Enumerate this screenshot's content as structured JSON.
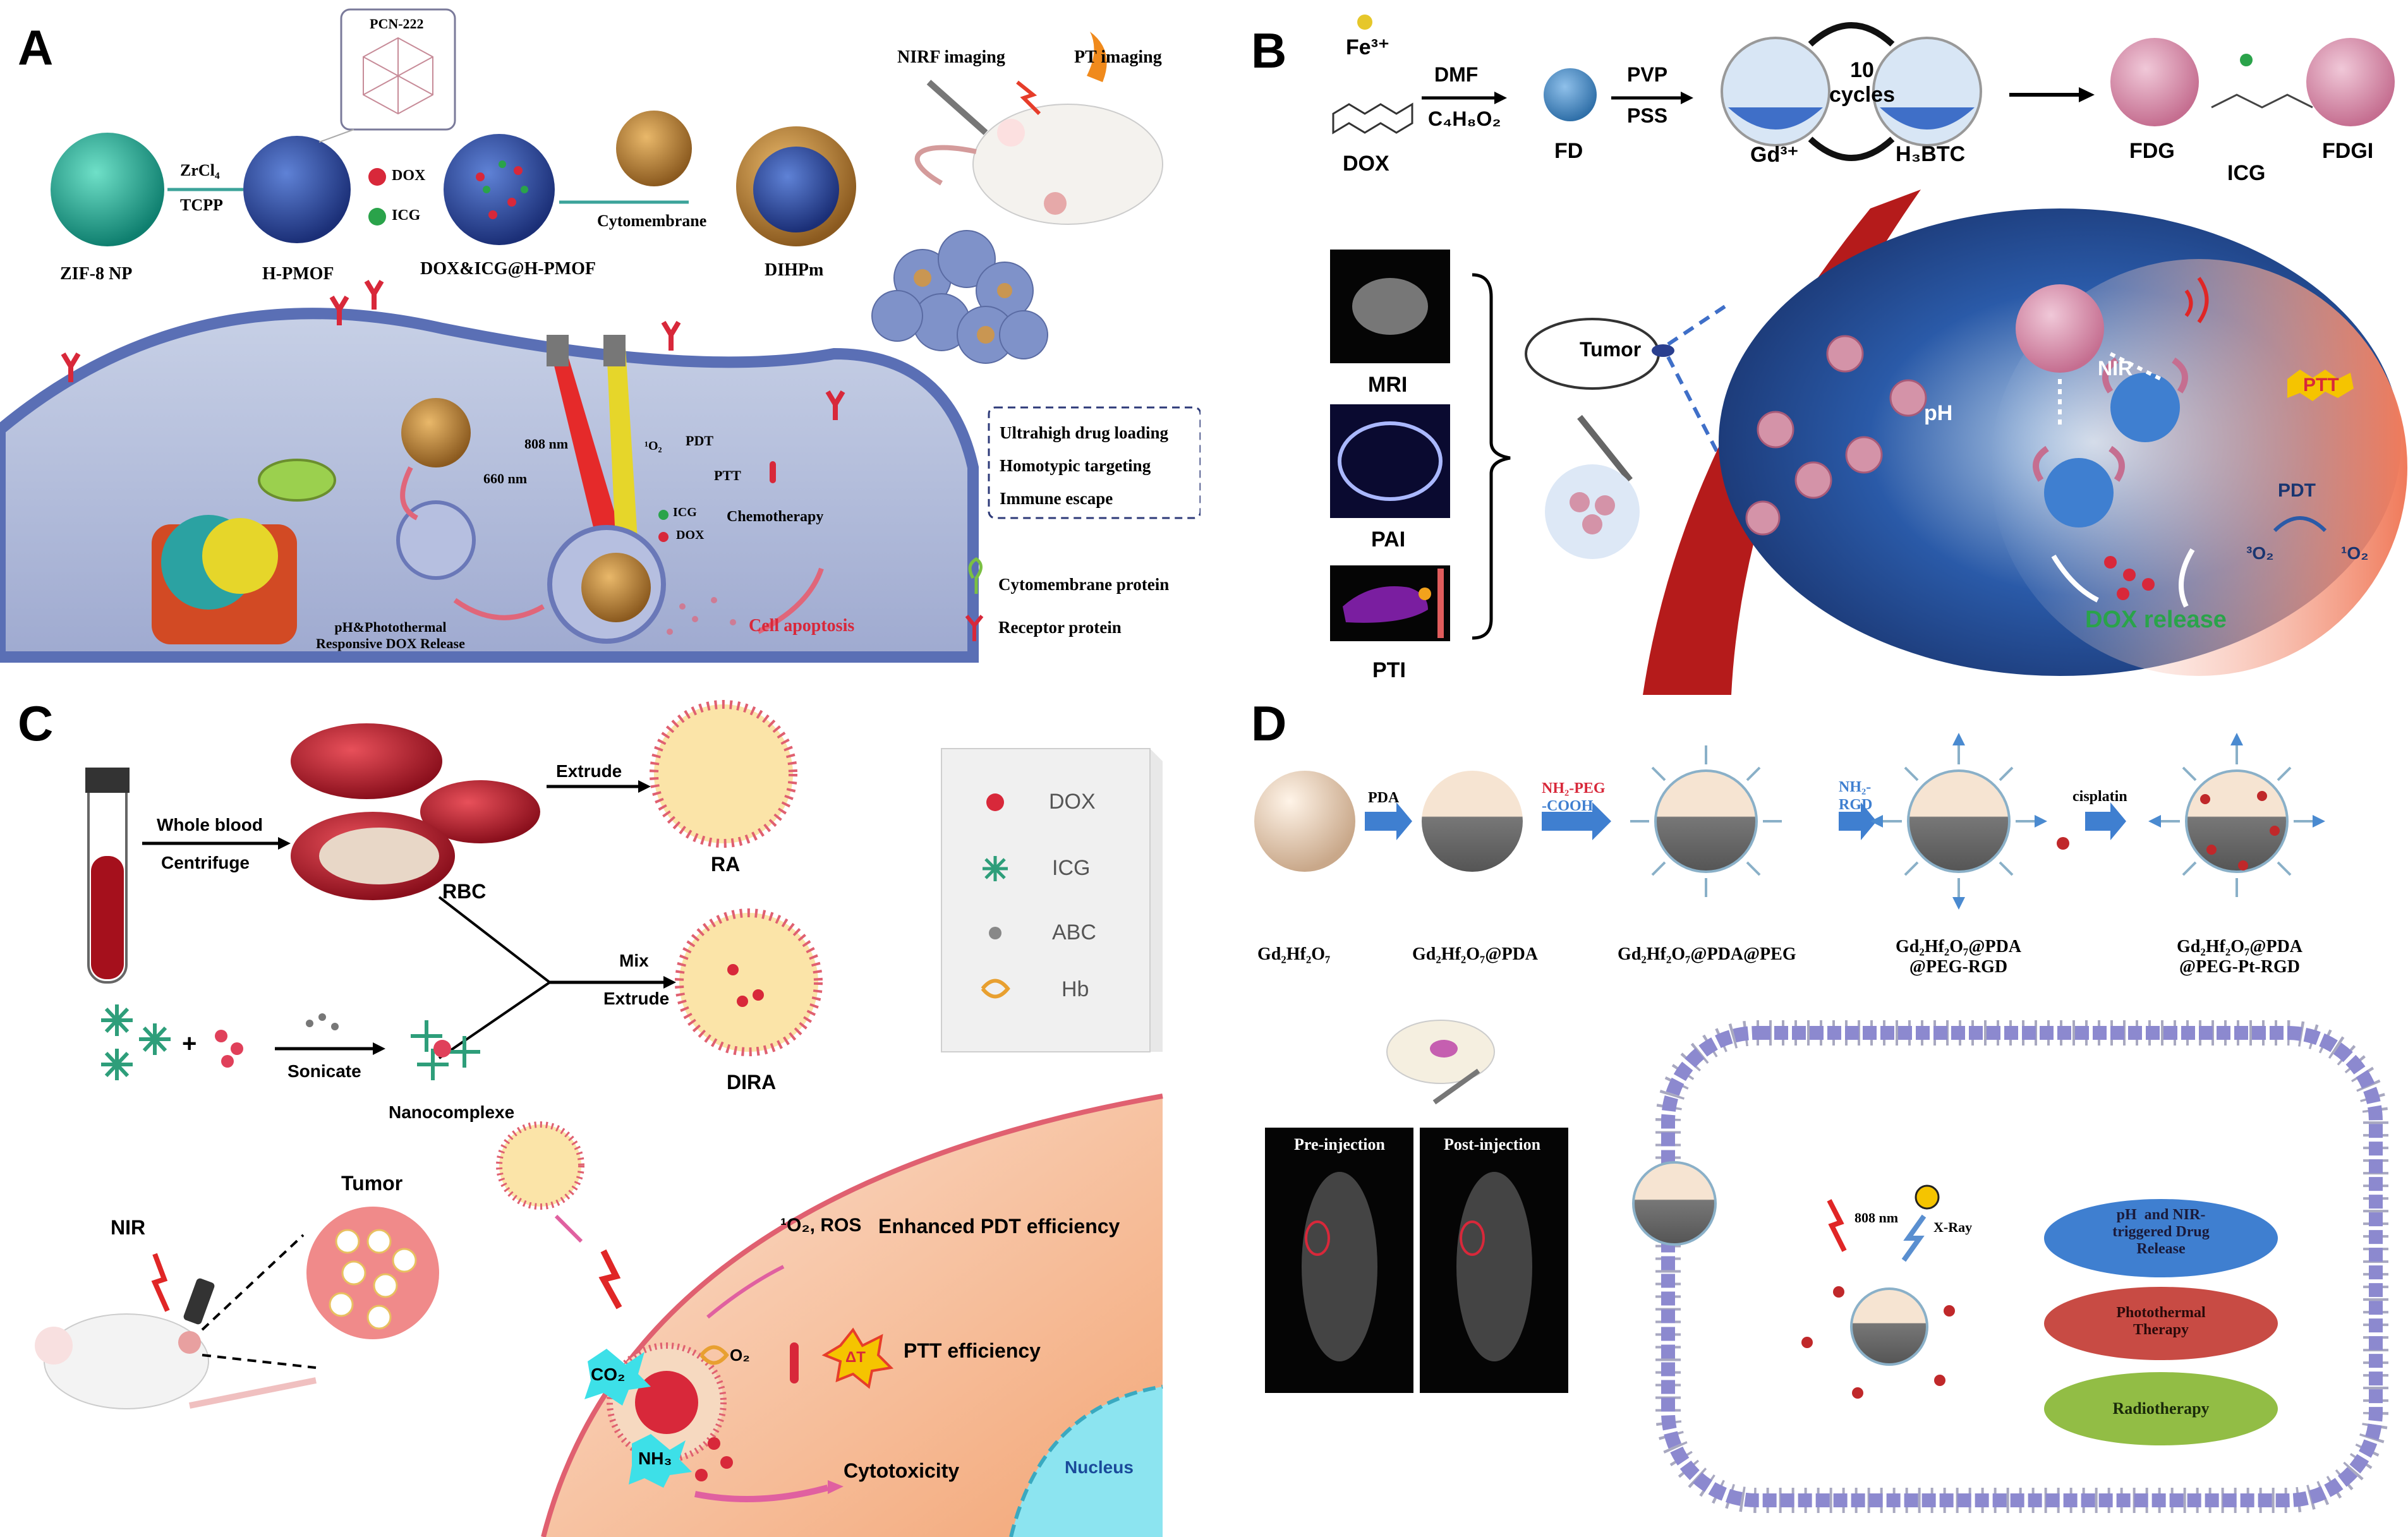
{
  "panels": {
    "A": {
      "letter": "A",
      "pcn_label": "PCN-222",
      "steps": [
        "ZIF-8 NP",
        "H-PMOF",
        "DOX&ICG@H-PMOF",
        "DIHPm"
      ],
      "arrow1_top": "ZrCl₄",
      "arrow1_bottom": "TCPP",
      "legend_dox": "DOX",
      "legend_icg": "ICG",
      "arrow3_label": "Cytomembrane",
      "nirf": "NIRF imaging",
      "pt": "PT  imaging",
      "features": [
        "Ultrahigh drug loading",
        "Homotypic targeting",
        "Immune escape"
      ],
      "nm808": "808 nm",
      "nm660": "660 nm",
      "o2": "¹O₂",
      "pdt": "PDT",
      "ptt": "PTT",
      "icg": "ICG",
      "dox": "DOX",
      "chemo": "Chemotherapy",
      "release": "pH&Photothermal\nResponsive DOX Release",
      "apoptosis": "Cell apoptosis",
      "cyto_protein": "Cytomembrane protein",
      "receptor": "Receptor protein"
    },
    "B": {
      "letter": "B",
      "fe": "Fe³⁺",
      "dox": "DOX",
      "dmf": "DMF",
      "solvent": "C₄H₈O₂",
      "fd": "FD",
      "pvp": "PVP",
      "pss": "PSS",
      "gd": "Gd³⁺",
      "cycles": "10\ncycles",
      "h3btc": "H₃BTC",
      "fdg": "FDG",
      "icg": "ICG",
      "fdgi": "FDGI",
      "mri": "MRI",
      "pai": "PAI",
      "pti": "PTI",
      "tumor": "Tumor",
      "nir": "NIR",
      "ph": "pH",
      "ptt": "PTT",
      "pdt": "PDT",
      "o3": "³O₂",
      "o1": "¹O₂",
      "dox_release": "DOX release"
    },
    "C": {
      "letter": "C",
      "whole_blood": "Whole blood",
      "centrifuge": "Centrifuge",
      "rbc": "RBC",
      "extrude": "Extrude",
      "ra": "RA",
      "mix": "Mix",
      "extrude2": "Extrude",
      "sonicate": "Sonicate",
      "plus": "+",
      "nanocomplexe": "Nanocomplexe",
      "dira": "DIRA",
      "legend": [
        "DOX",
        "ICG",
        "ABC",
        "Hb"
      ],
      "nir": "NIR",
      "tumor": "Tumor",
      "ros": "¹O₂, ROS",
      "enhanced": "Enhanced PDT efficiency",
      "o2": "O₂",
      "ptt": "PTT efficiency",
      "dt": "ΔT",
      "co2": "CO₂",
      "nh3": "NH₃",
      "cyto": "Cytotoxicity",
      "nucleus": "Nucleus"
    },
    "D": {
      "letter": "D",
      "pda": "PDA",
      "nh2peg": "NH₂-PEG",
      "cooh": "-COOH",
      "nh2": "NH₂-",
      "rgd": "RGD",
      "cisplatin": "cisplatin",
      "labels": [
        "Gd₂Hf₂O₇",
        "Gd₂Hf₂O₇@PDA",
        "Gd₂Hf₂O₇@PDA@PEG",
        "Gd₂Hf₂O₇@PDA\n@PEG-RGD",
        "Gd₂Hf₂O₇@PDA\n@PEG-Pt-RGD"
      ],
      "pre": "Pre-injection",
      "post": "Post-injection",
      "nm808": "808 nm",
      "xray": "X-Ray",
      "box1": "pH  and NIR-\ntriggered Drug\nRelease",
      "box2": "Photothermal\nTherapy",
      "box3": "Radiotherapy"
    }
  },
  "colors": {
    "arrow_blue": "#5b8fc9",
    "dox_red": "#d8283a",
    "icg_green": "#2aa34a",
    "ptt_yellow": "#f5c400",
    "box_blue": "#3f7fd0",
    "box_red": "#c84b44",
    "box_green": "#92bd45"
  }
}
